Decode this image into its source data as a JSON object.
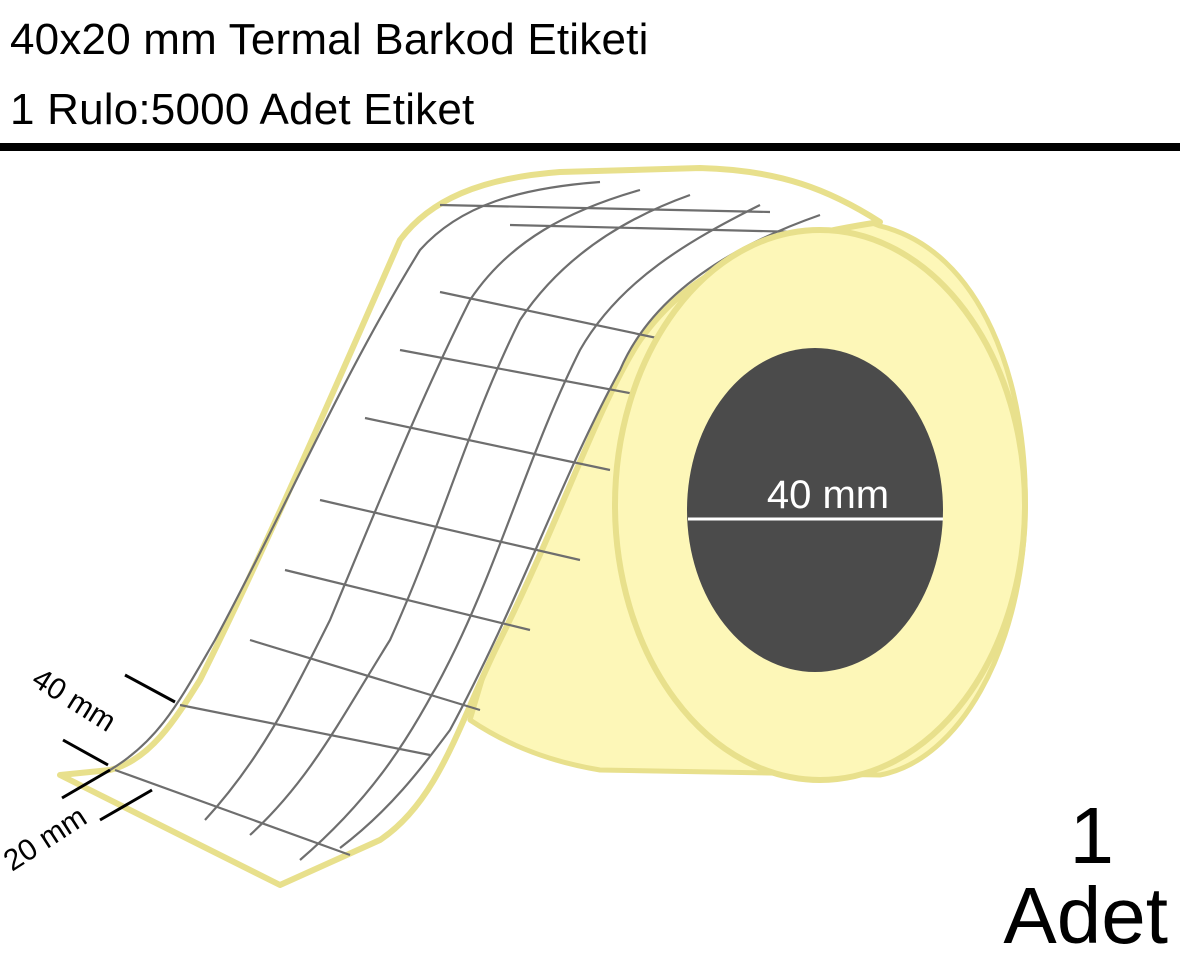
{
  "header": {
    "title": "40x20 mm Termal Barkod Etiketi",
    "subtitle": "1 Rulo:5000 Adet Etiket"
  },
  "illustration": {
    "subject": "label-roll",
    "core_label": "40 mm",
    "width_label": "40 mm",
    "height_label": "20 mm",
    "colors": {
      "roll_fill": "#fdf7b8",
      "roll_edge": "#e8e08c",
      "core_fill": "#4b4b4b",
      "label_fill": "#ffffff",
      "grid_line": "#6e6e6e",
      "rule": "#000000"
    }
  },
  "quantity": {
    "number": "1",
    "unit": "Adet"
  }
}
